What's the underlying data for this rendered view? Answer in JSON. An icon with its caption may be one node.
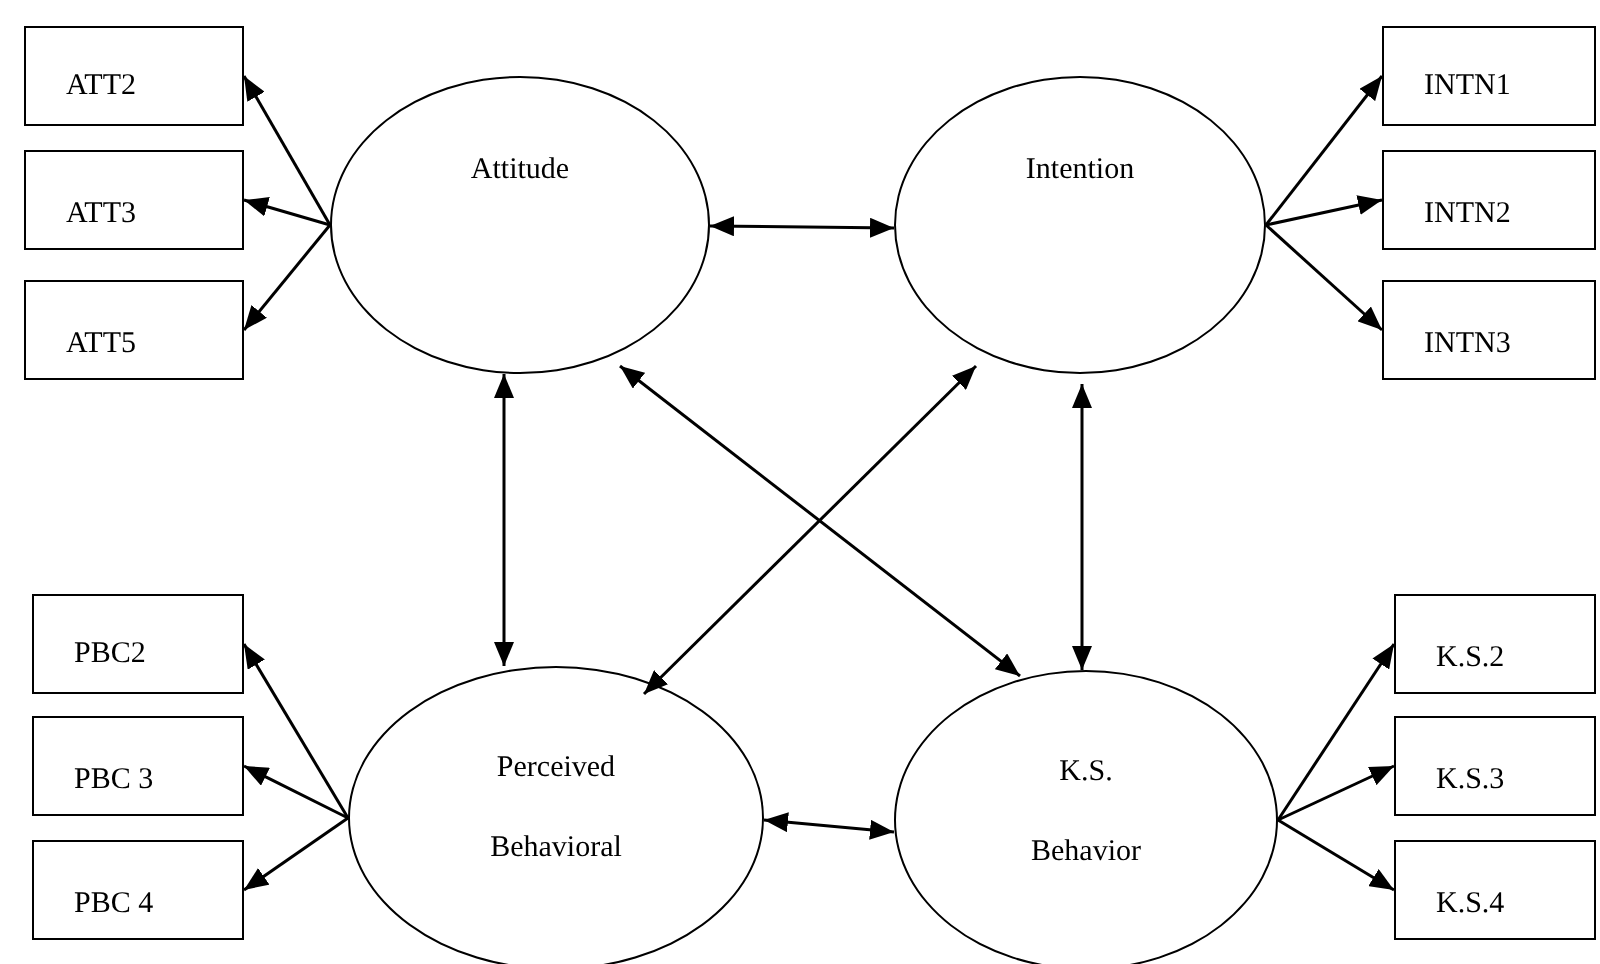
{
  "diagram": {
    "nodes": [
      {
        "text": [
          "ATT2"
        ]
      },
      {
        "text": [
          "ATT3"
        ]
      },
      {
        "text": [
          "ATT5"
        ]
      },
      {
        "text": [
          "Attitude"
        ]
      },
      {
        "text": [
          "Intention"
        ]
      },
      {
        "text": [
          "INTN1"
        ]
      },
      {
        "text": [
          "INTN2"
        ]
      },
      {
        "text": [
          "INTN3"
        ]
      },
      {
        "text": [
          "PBC2"
        ]
      },
      {
        "text": [
          "PBC 3"
        ]
      },
      {
        "text": [
          "PBC 4"
        ]
      },
      {
        "text": [
          "Perceived Behavioral"
        ]
      },
      {
        "text": [
          "K.S. Behavior"
        ]
      },
      {
        "text": [
          "K.S.2"
        ]
      },
      {
        "text": [
          "K.S.3"
        ]
      },
      {
        "text": [
          "K.S.4"
        ]
      }
    ],
    "edges": [
      {
        "from": 3,
        "to": 0,
        "arrow": "to"
      },
      {
        "from": 3,
        "to": 1,
        "arrow": "to"
      },
      {
        "from": 3,
        "to": 2,
        "arrow": "to"
      },
      {
        "from": 4,
        "to": 5,
        "arrow": "to"
      },
      {
        "from": 4,
        "to": 6,
        "arrow": "to"
      },
      {
        "from": 4,
        "to": 7,
        "arrow": "to"
      },
      {
        "from": 3,
        "to": 4,
        "arrow": "both"
      },
      {
        "from": 3,
        "to": 11,
        "arrow": "both"
      },
      {
        "from": 3,
        "to": 12,
        "arrow": "both"
      },
      {
        "from": 4,
        "to": 11,
        "arrow": "both"
      },
      {
        "from": 4,
        "to": 12,
        "arrow": "both"
      },
      {
        "from": 11,
        "to": 12,
        "arrow": "both"
      },
      {
        "from": 11,
        "to": 8,
        "arrow": "to"
      },
      {
        "from": 11,
        "to": 9,
        "arrow": "to"
      },
      {
        "from": 11,
        "to": 10,
        "arrow": "to"
      },
      {
        "from": 12,
        "to": 13,
        "arrow": "to"
      },
      {
        "from": 12,
        "to": 14,
        "arrow": "to"
      },
      {
        "from": 12,
        "to": 15,
        "arrow": "to"
      }
    ]
  }
}
